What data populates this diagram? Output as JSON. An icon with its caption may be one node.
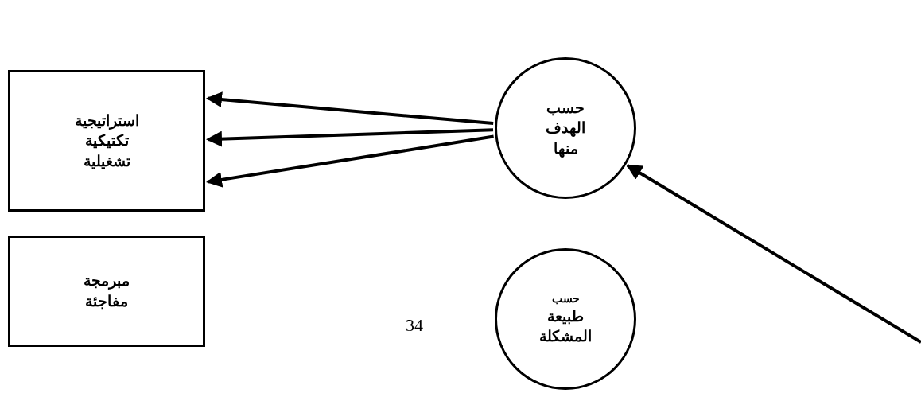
{
  "diagram": {
    "nodes": [
      {
        "text": [
          "حسب الهدف منها"
        ]
      },
      {
        "text": [
          "استراتيجية",
          "تكتيكية",
          "تشغيلية"
        ]
      },
      {
        "text": [
          "حسب",
          "طبيعة المشكلة"
        ]
      },
      {
        "text": [
          "مبرمجة",
          "مفاجئة"
        ]
      }
    ],
    "edges": [
      {
        "from": 0,
        "to": 1,
        "arrow": "to"
      },
      {
        "from": 0,
        "to": 1,
        "arrow": "to"
      },
      {
        "from": 0,
        "to": 1,
        "arrow": "to"
      },
      {
        "from": null,
        "to": 0,
        "arrow": "to"
      }
    ],
    "labels": [
      "34"
    ]
  }
}
